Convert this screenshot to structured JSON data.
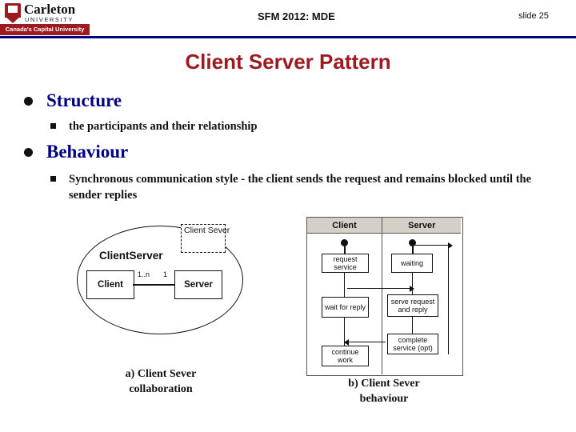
{
  "header": {
    "logo_name": "Carleton",
    "logo_sub": "UNIVERSITY",
    "logo_tagline": "Canada's Capital University",
    "title": "SFM 2012: MDE",
    "slide_label": "slide 25"
  },
  "slide": {
    "title": "Client Server Pattern",
    "bullets": [
      {
        "label": "Structure",
        "sub": [
          "the participants and their relationship"
        ]
      },
      {
        "label": "Behaviour",
        "sub": [
          "Synchronous communication style - the client sends the request and remains blocked until the sender replies"
        ]
      }
    ]
  },
  "figure_a": {
    "collaboration_name": "ClientServer",
    "note_text": "Client Sever",
    "client_box": "Client",
    "server_box": "Server",
    "multiplicity_left": "1..n",
    "multiplicity_right": "1",
    "caption_line1": "a) Client Sever",
    "caption_line2": "collaboration"
  },
  "figure_b": {
    "column_headers": [
      "Client",
      "Server"
    ],
    "messages": [
      {
        "text": "request service",
        "column": "client"
      },
      {
        "text": "waiting",
        "column": "server"
      },
      {
        "text": "wait for reply",
        "column": "client"
      },
      {
        "text": "serve request and reply",
        "column": "server"
      },
      {
        "text": "complete service (opt)",
        "column": "server"
      },
      {
        "text": "continue work",
        "column": "client"
      }
    ],
    "caption_line1": "b) Client Sever",
    "caption_line2": "behaviour"
  },
  "colors": {
    "title_red": "#9b1b20",
    "bullet_blue": "#000080",
    "rule_blue": "#000080",
    "header_grey": "#d4d0c8"
  }
}
